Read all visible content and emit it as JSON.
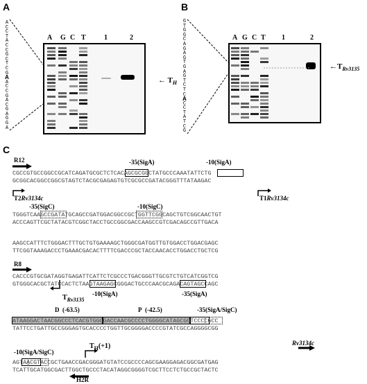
{
  "panels": {
    "a": "A",
    "b": "B",
    "c": "C"
  },
  "panel_a": {
    "lanes": [
      "A",
      "G",
      "C",
      "T",
      "1",
      "2"
    ],
    "sequence": [
      "A",
      "C",
      "C",
      "T",
      "A",
      "C",
      "C",
      "G",
      "C",
      "T",
      "C",
      "G",
      "A",
      "A",
      "C",
      "C",
      "G",
      "A",
      "C",
      "G",
      "A",
      "G",
      "G",
      "A"
    ],
    "tss_main": "T",
    "tss_sub": "H"
  },
  "panel_b": {
    "lanes": [
      "A",
      "G",
      "C",
      "T",
      "1",
      "2"
    ],
    "sequence": [
      "G",
      "T",
      "G",
      "G",
      "C",
      "A",
      "G",
      "A",
      "G",
      "T",
      "G",
      "A",
      "G",
      "T",
      "C",
      "T",
      "C",
      "A",
      "C",
      "C",
      "T",
      "A",
      "T",
      "C",
      "G"
    ],
    "tss_main": "T",
    "tss_sub": "Rv3135"
  },
  "panel_c": {
    "rows": [
      {
        "top": "CGCCGTGCCGGCCGCATCAGATGCGCTCTCACAGCGCGGCTATGCCCAAATATTCTG",
        "bottom": "GCGGCACGGCCGGCGTAGTCTACGCGAGAGTGTCGCGCCGATACGGGTTTATAAGAC"
      },
      {
        "top": "TGGGTCAAGCCGATATGCAGCCGATGGACGGCCGCTGGTTCGGCAGCTGTCGGCAACTGT",
        "bottom": "ACCCAGTTCGCTATACGTCGGCTACCTGCCGGCGACCAAGCCGTCGACAGCCGTTGACA"
      },
      {
        "top": "AAGCCATTTCTGGGACTTTGCTGTGAAAAGCTGGGCGATGGTTGTGGACCTGGACGAGC",
        "bottom": "TTCGGTAAAGACCCTGAAACGACACTTTTCGACCCGCTACCAACACCTGGACCTGCTCG"
      },
      {
        "top": "CACCCGTGCGATAGGTGAGATTCATTCTCGCCCTGACGGGTTGCGTCTGTCATCGGTCG",
        "bottom": "GTGGGCACGCTATCCACTCTAAGTAAGAGCGGGACTGCCCAACGCAGACAGTAGCCAGC"
      },
      {
        "top": "ATAAGGACTAACGGCCCTCACGTGGGGACCAACGCCCCTGGGGCATAGCGGTCCCCGCC",
        "bottom": "TATTCCTGATTGCCGGGAGTGCACCCCTGGTTGCGGGGACCCCGTATCGCCAGGGGCGG"
      },
      {
        "top": "AGTAACGTACCGCTGAACCGACGGGATGTATCCGCCCCAGCGAAGGAGACGGCGATGAG",
        "bottom": "TCATTGCATGGCGACTTGGCTGCCCTACATAGGCGGGGTCGCTTCCTCTGCCGCTACTC"
      }
    ],
    "annotations": {
      "r12": "R12",
      "r1_m35": "-35(SigA)",
      "r1_m10": "-10(SigA)",
      "t2": "T2",
      "t2_gene": "Rv3134c",
      "r2_m35": "-35(SigC)",
      "r2_m10": "-10(SigC)",
      "t1": "T1",
      "t1_gene": "Rv3134c",
      "r8": "R8",
      "r4_m10": "-10(SigA)",
      "r4_m35": "-35(SigA)",
      "t_rv3135": "T",
      "t_rv3135_sub": "Rv3135",
      "d_label": "D",
      "d_pos": "(-63.5)",
      "p_label": "P",
      "p_pos": "(-42.5)",
      "r5_m35": "-35(SigA/SigC)",
      "r6_m10": "-10(SigA/SigC)",
      "th": "T",
      "th_sub": "H",
      "th_pos": "(+1)",
      "gene": "Rv3134c",
      "h2r": "H2R"
    }
  }
}
